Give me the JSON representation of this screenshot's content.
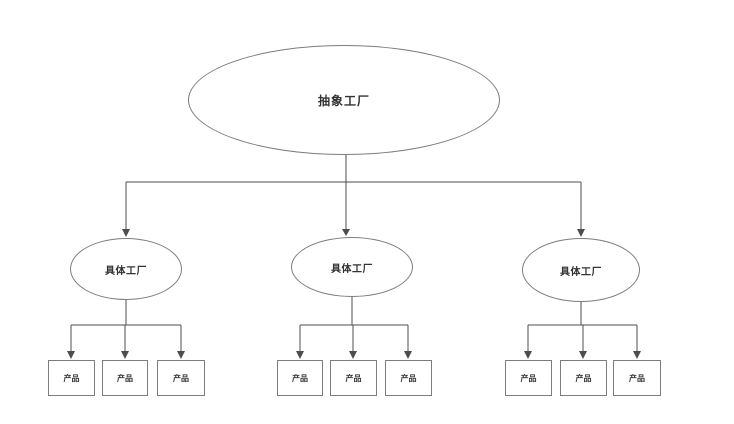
{
  "diagram": {
    "type": "tree",
    "root": {
      "label": "抽象工厂"
    },
    "factories": [
      {
        "label": "具体工厂",
        "products": [
          {
            "label": "产品"
          },
          {
            "label": "产品"
          },
          {
            "label": "产品"
          }
        ]
      },
      {
        "label": "具体工厂",
        "products": [
          {
            "label": "产品"
          },
          {
            "label": "产品"
          },
          {
            "label": "产品"
          }
        ]
      },
      {
        "label": "具体工厂",
        "products": [
          {
            "label": "产品"
          },
          {
            "label": "产品"
          },
          {
            "label": "产品"
          }
        ]
      }
    ]
  },
  "colors": {
    "background": "#ffffff",
    "line": "#4d4d4d",
    "shape_border": "#7d7d7d",
    "text": "#333333"
  }
}
